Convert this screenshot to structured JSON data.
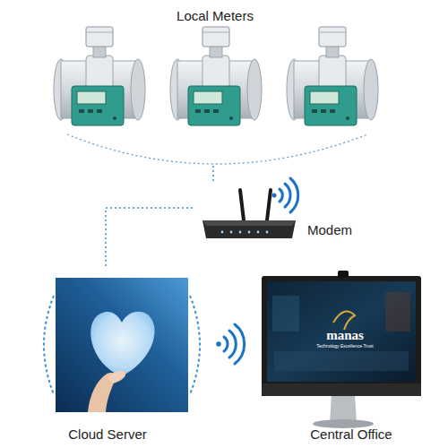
{
  "diagram": {
    "nodes": [
      {
        "text": [
          "Local Meters"
        ]
      },
      {
        "text": [
          "Modem"
        ]
      },
      {
        "text": [
          "Cloud Server"
        ]
      },
      {
        "text": [
          "Central Office"
        ]
      }
    ],
    "edges": [
      {
        "from": 0,
        "to": 1,
        "arrow": "none"
      },
      {
        "from": 1,
        "to": 2,
        "arrow": "none"
      }
    ],
    "labels": [
      "manas",
      "Technology Excellence Trust"
    ]
  }
}
